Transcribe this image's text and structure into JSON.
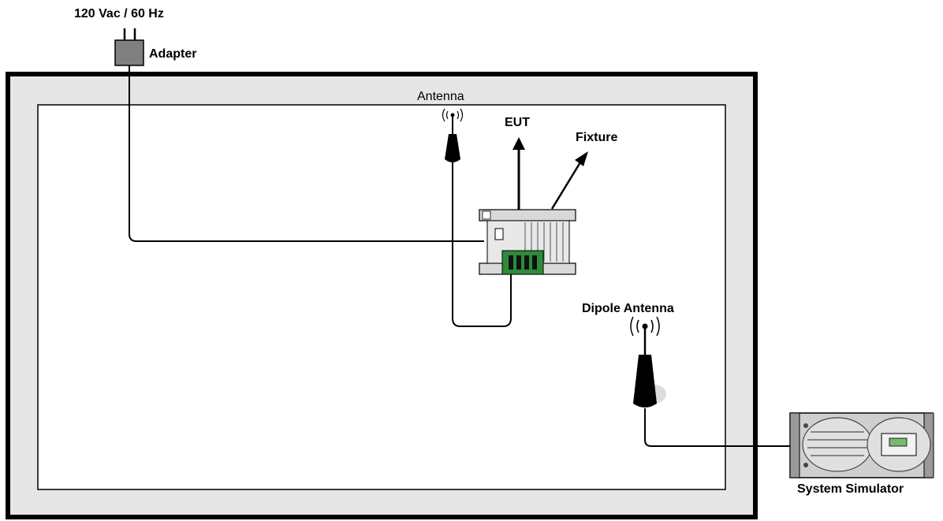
{
  "labels": {
    "power": "120  Vac / 60 Hz",
    "adapter": "Adapter",
    "antenna": "Antenna",
    "eut": "EUT",
    "fixture": "Fixture",
    "dipole_antenna": "Dipole Antenna",
    "system_simulator": "System Simulator"
  },
  "colors": {
    "chamber_outer": "#000000",
    "chamber_fill": "#e6e6e6",
    "inner_room": "#ffffff",
    "cable": "#000000",
    "fixture_board": "#2e8b3a",
    "device_gray": "#cfcfcf"
  }
}
